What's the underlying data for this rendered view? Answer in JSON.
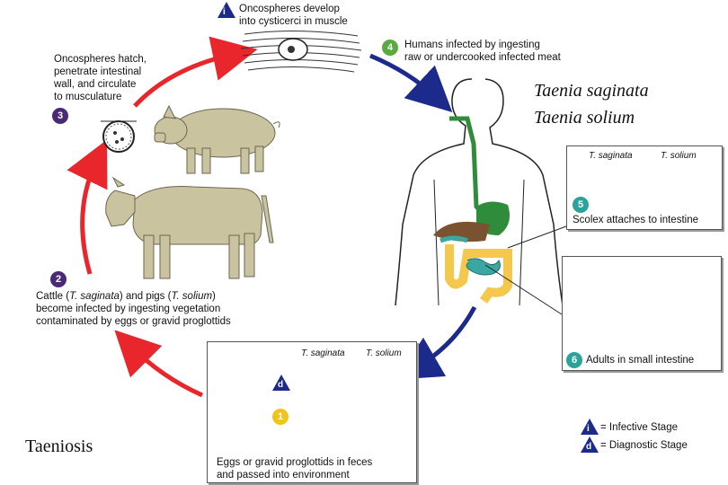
{
  "stage_i": {
    "marker": "i",
    "text_line1": "Oncospheres develop",
    "text_line2": "into cysticerci in muscle"
  },
  "stage4": {
    "number": "4",
    "text_line1": "Humans infected by ingesting",
    "text_line2": "raw or undercooked infected meat"
  },
  "stage3": {
    "number": "3",
    "text_line1": "Oncospheres hatch,",
    "text_line2": "penetrate intestinal",
    "text_line3": "wall, and circulate",
    "text_line4": "to musculature"
  },
  "stage2": {
    "number": "2",
    "line1_a": "Cattle (",
    "line1_b": "T. saginata",
    "line1_c": ") and pigs (",
    "line1_d": "T. solium",
    "line1_e": ")",
    "text_line2": "become infected by ingesting vegetation",
    "text_line3": "contaminated by eggs or gravid proglottids"
  },
  "stage5": {
    "number": "5",
    "species_a": "T. saginata",
    "species_b": "T. solium",
    "text": "Scolex attaches to intestine"
  },
  "stage6": {
    "number": "6",
    "text": "Adults in small intestine"
  },
  "stage1": {
    "number": "1",
    "diag_marker": "d",
    "species_a": "T. saginata",
    "species_b": "T. solium",
    "text_line1": "Eggs or gravid proglottids in feces",
    "text_line2": "and passed into environment"
  },
  "overlay": {
    "species_line1": "Taenia saginata",
    "species_line2": "Taenia solium",
    "disease": "Taeniosis"
  },
  "legend": {
    "infective_marker": "i",
    "infective": "= Infective Stage",
    "diagnostic_marker": "d",
    "diagnostic": "= Diagnostic Stage"
  },
  "colors": {
    "red_arrow": "#e8262b",
    "blue_arrow": "#1c2a8c",
    "animal": "#c9c3a0",
    "intestine_yellow": "#f4c84c",
    "esophagus_green": "#2f8c3a",
    "liver_brown": "#7a5230",
    "colon_teal": "#3aa8a0",
    "purple_marker": "#4a2a76"
  }
}
